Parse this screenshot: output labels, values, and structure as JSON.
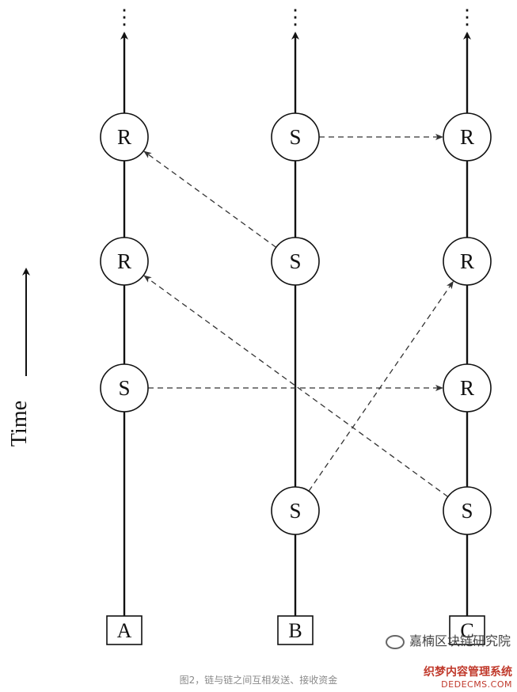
{
  "chains": [
    {
      "id": "A",
      "label": "A"
    },
    {
      "id": "B",
      "label": "B"
    },
    {
      "id": "C",
      "label": "C"
    }
  ],
  "nodes": [
    {
      "chain": "A",
      "level": 4,
      "label": "R"
    },
    {
      "chain": "A",
      "level": 3,
      "label": "R"
    },
    {
      "chain": "A",
      "level": 2,
      "label": "S"
    },
    {
      "chain": "B",
      "level": 4,
      "label": "S"
    },
    {
      "chain": "B",
      "level": 3,
      "label": "S"
    },
    {
      "chain": "B",
      "level": 1,
      "label": "S"
    },
    {
      "chain": "C",
      "level": 4,
      "label": "R"
    },
    {
      "chain": "C",
      "level": 3,
      "label": "R"
    },
    {
      "chain": "C",
      "level": 2,
      "label": "R"
    },
    {
      "chain": "C",
      "level": 1,
      "label": "S"
    }
  ],
  "transfers": [
    {
      "from_chain": "B",
      "from_level": 4,
      "to_chain": "C",
      "to_level": 4
    },
    {
      "from_chain": "B",
      "from_level": 3,
      "to_chain": "A",
      "to_level": 4
    },
    {
      "from_chain": "C",
      "from_level": 1,
      "to_chain": "A",
      "to_level": 3
    },
    {
      "from_chain": "A",
      "from_level": 2,
      "to_chain": "C",
      "to_level": 2
    },
    {
      "from_chain": "B",
      "from_level": 1,
      "to_chain": "C",
      "to_level": 3
    }
  ],
  "axis": {
    "label": "Time"
  },
  "continuation": "⋮",
  "caption": "图2，链与链之间互相发送、接收资金",
  "watermark": {
    "text": "嘉楠区块链研究院",
    "icon": "wechat-icon"
  },
  "site_mark": {
    "cn": "织梦内容管理系统",
    "en": "DEDECMS.COM"
  }
}
